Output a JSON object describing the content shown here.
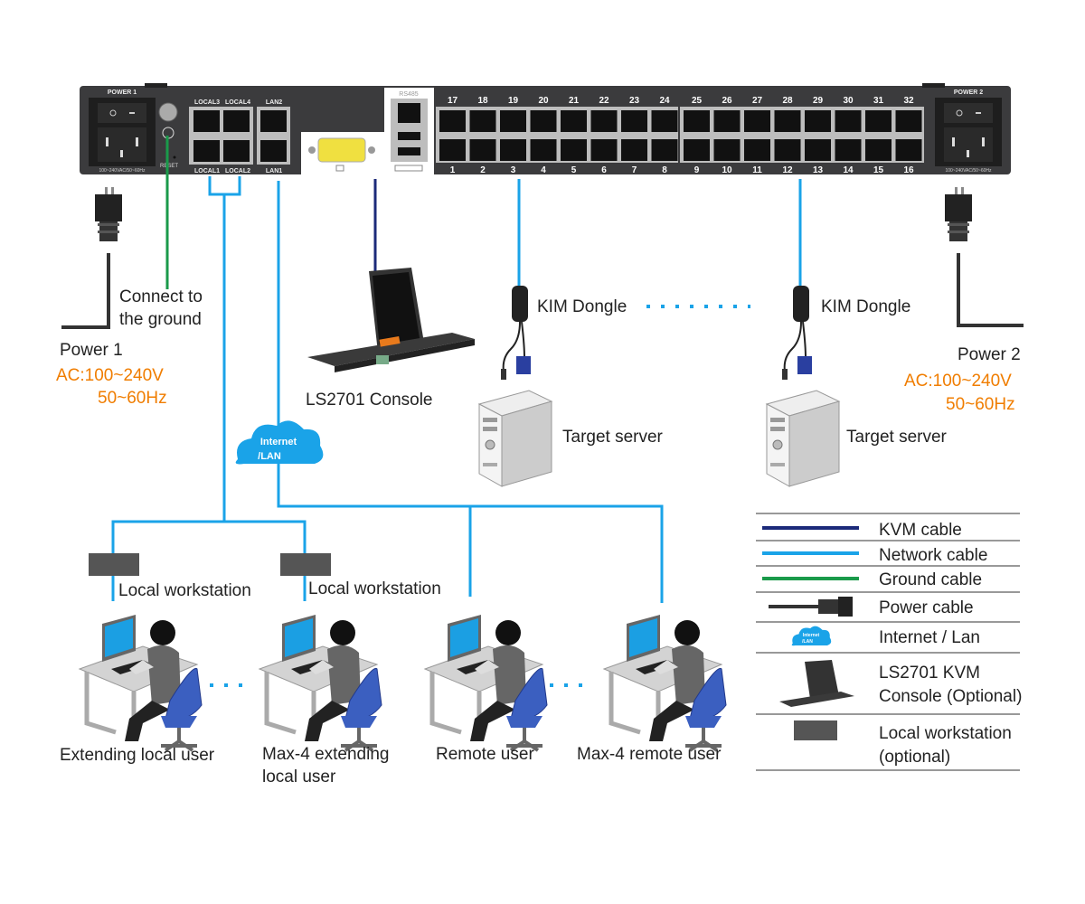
{
  "colors": {
    "kvm_cable": "#1c2a7a",
    "network_cable": "#1aa3e8",
    "ground_cable": "#1a9a4a",
    "power_cable": "#333333",
    "accent_text": "#f07d00",
    "panel": "#3b3b3d"
  },
  "device": {
    "power1_label": "POWER 1",
    "power2_label": "POWER 2",
    "power_rating": "100~240VAC/50~60Hz",
    "reset_label": "RESET",
    "local3": "LOCAL3",
    "local4": "LOCAL4",
    "local1": "LOCAL1",
    "local2": "LOCAL2",
    "lan2": "LAN2",
    "lan1": "LAN1",
    "rs485": "RS485",
    "top_ports": [
      "17",
      "18",
      "19",
      "20",
      "21",
      "22",
      "23",
      "24",
      "25",
      "26",
      "27",
      "28",
      "29",
      "30",
      "31",
      "32"
    ],
    "bottom_ports": [
      "1",
      "2",
      "3",
      "4",
      "5",
      "6",
      "7",
      "8",
      "9",
      "10",
      "11",
      "12",
      "13",
      "14",
      "15",
      "16"
    ]
  },
  "labels": {
    "ground_1": "Connect to",
    "ground_2": "the ground",
    "power1": "Power 1",
    "power1_ac": "AC:100~240V",
    "power1_hz": "50~60Hz",
    "power2": "Power 2",
    "power2_ac": "AC:100~240V",
    "power2_hz": "50~60Hz",
    "console": "LS2701  Console",
    "internet_1": "Internet",
    "internet_2": "/LAN",
    "dongle_a": "KIM Dongle",
    "dongle_b": "KIM Dongle",
    "server_a": "Target server",
    "server_b": "Target server",
    "workstation_a": "Local workstation",
    "workstation_b": "Local workstation",
    "user1": "Extending local user",
    "user2_1": "Max-4 extending",
    "user2_2": "local user",
    "user3": "Remote user",
    "user4": "Max-4 remote user"
  },
  "legend": [
    {
      "label": "KVM cable"
    },
    {
      "label": "Network cable"
    },
    {
      "label": "Ground cable"
    },
    {
      "label": "Power cable"
    },
    {
      "label": "Internet / Lan",
      "icon_1": "Internet",
      "icon_2": "/LAN"
    },
    {
      "label_1": "LS2701 KVM",
      "label_2": "Console (Optional)"
    },
    {
      "label_1": "Local workstation",
      "label_2": "(optional)"
    }
  ]
}
